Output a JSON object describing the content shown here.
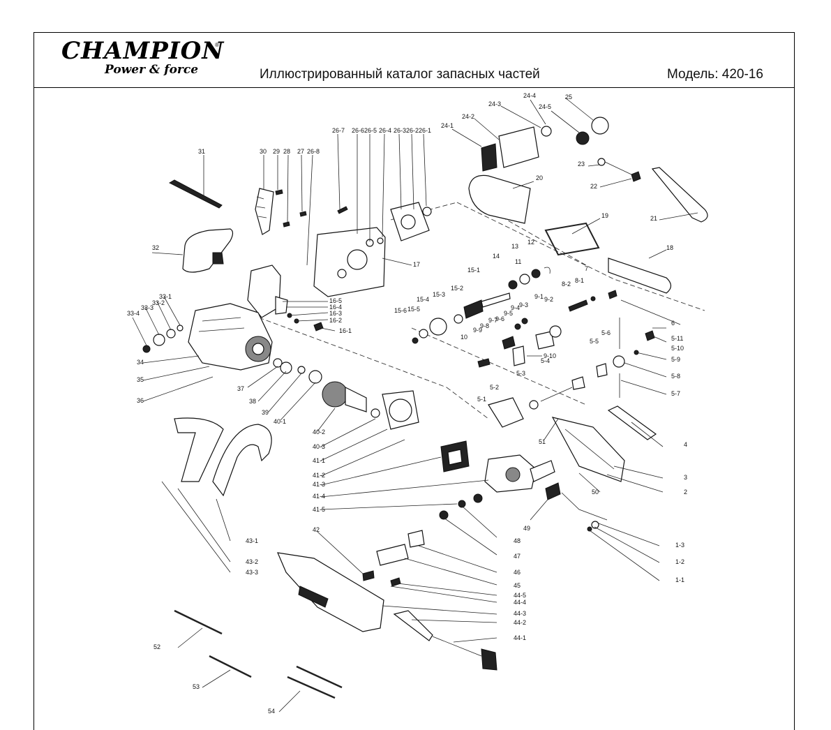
{
  "header": {
    "logo": {
      "brand": "CHAMPION",
      "registered": "®",
      "tagline": "Power & force"
    },
    "catalog_title": "Иллюстрированный каталог запасных частей",
    "model_label": "Модель: 420-16"
  },
  "callouts": {
    "c_24_4": "24-4",
    "c_24_3": "24-3",
    "c_24_5": "24-5",
    "c_25": "25",
    "c_24_2": "24-2",
    "c_24_1": "24-1",
    "c_23": "23",
    "c_22": "22",
    "c_21": "21",
    "c_20": "20",
    "c_19": "19",
    "c_18": "18",
    "c_6": "6",
    "c_31": "31",
    "c_30": "30",
    "c_29": "29",
    "c_28": "28",
    "c_27": "27",
    "c_26_8": "26-8",
    "c_26_7": "26-7",
    "c_26_6": "26-6",
    "c_26_5": "26-5",
    "c_26_4": "26-4",
    "c_26_3": "26-3",
    "c_26_2": "26-2",
    "c_26_1": "26-1",
    "c_17": "17",
    "c_32": "32",
    "c_16_5": "16-5",
    "c_16_4": "16-4",
    "c_16_3": "16-3",
    "c_16_2": "16-2",
    "c_16_1": "16-1",
    "c_33_1": "33-1",
    "c_33_2": "33-2",
    "c_33_3": "33-3",
    "c_33_4": "33-4",
    "c_34": "34",
    "c_35": "35",
    "c_36": "36",
    "c_37": "37",
    "c_38": "38",
    "c_39": "39",
    "c_40_1": "40-1",
    "c_40_2": "40-2",
    "c_40_3": "40-3",
    "c_41_1": "41-1",
    "c_41_2": "41-2",
    "c_41_3": "41-3",
    "c_41_4": "41-4",
    "c_41_5": "41-5",
    "c_15_1": "15-1",
    "c_15_2": "15-2",
    "c_15_3": "15-3",
    "c_15_4": "15-4",
    "c_15_5": "15-5",
    "c_15_6": "15-6",
    "c_14": "14",
    "c_13": "13",
    "c_12": "12",
    "c_11": "11",
    "c_7": "7",
    "c_8_1": "8-1",
    "c_8_2": "8-2",
    "c_9_1": "9-1",
    "c_9_2": "9-2",
    "c_9_3": "9-3",
    "c_9_4": "9-4",
    "c_9_5": "9-5",
    "c_9_6": "9-6",
    "c_9_7": "9-7",
    "c_9_8": "9-8",
    "c_9_9": "9-9",
    "c_9_10": "9-10",
    "c_10": "10",
    "c_5_1": "5-1",
    "c_5_2": "5-2",
    "c_5_3": "5-3",
    "c_5_4": "5-4",
    "c_5_5": "5-5",
    "c_5_6": "5-6",
    "c_5_7": "5-7",
    "c_5_8": "5-8",
    "c_5_9": "5-9",
    "c_5_10": "5-10",
    "c_5_11": "5-11",
    "c_4": "4",
    "c_3": "3",
    "c_2": "2",
    "c_50": "50",
    "c_51": "51",
    "c_49": "49",
    "c_48": "48",
    "c_47": "47",
    "c_46": "46",
    "c_45": "45",
    "c_44_5": "44-5",
    "c_44_4": "44-4",
    "c_44_3": "44-3",
    "c_44_2": "44-2",
    "c_44_1": "44-1",
    "c_43_1": "43-1",
    "c_43_2": "43-2",
    "c_43_3": "43-3",
    "c_42": "42",
    "c_1_3": "1-3",
    "c_1_2": "1-2",
    "c_1_1": "1-1",
    "c_52": "52",
    "c_53": "53",
    "c_54": "54"
  }
}
